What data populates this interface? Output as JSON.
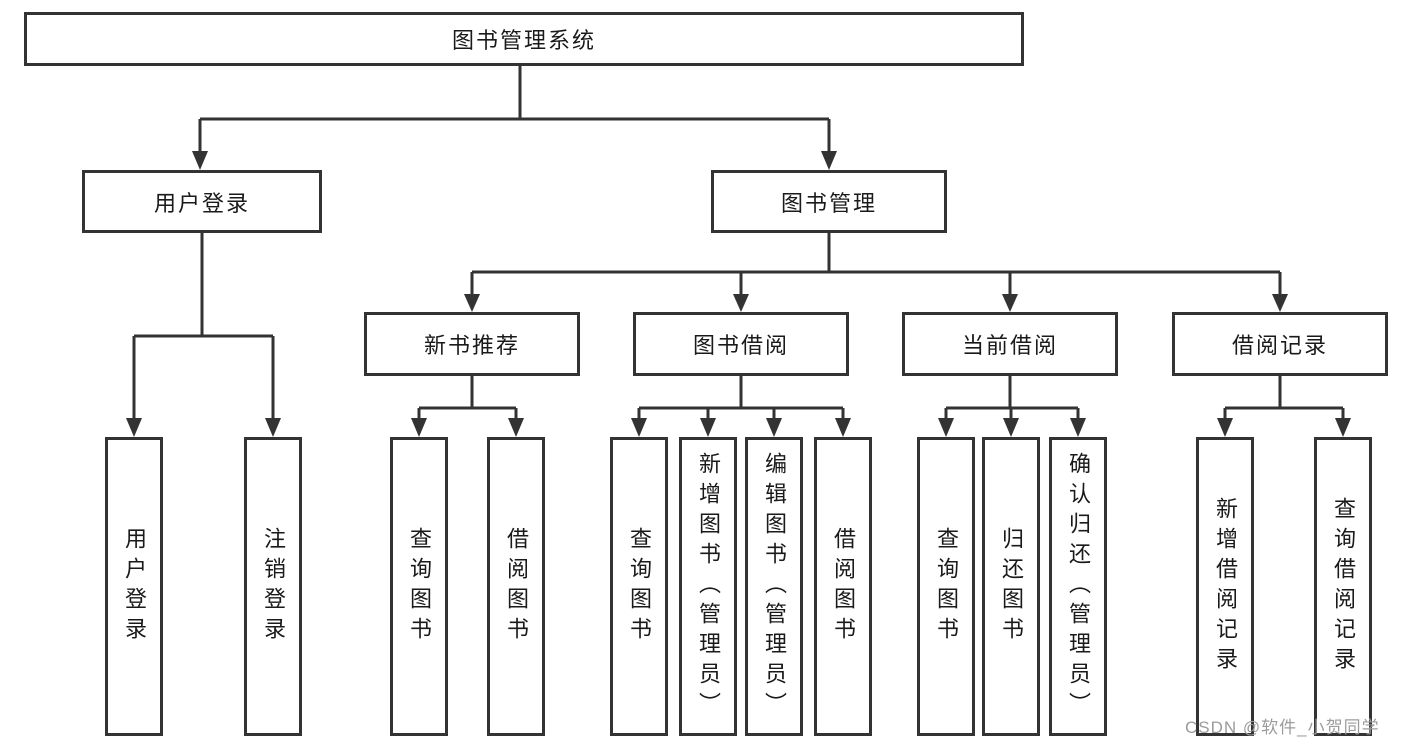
{
  "tree": {
    "root": {
      "label": "图书管理系统"
    },
    "branches": [
      {
        "label": "用户登录",
        "children": [
          {
            "label": "用户登录"
          },
          {
            "label": "注销登录"
          }
        ]
      },
      {
        "label": "图书管理",
        "children": [
          {
            "label": "新书推荐",
            "children": [
              {
                "label": "查询图书"
              },
              {
                "label": "借阅图书"
              }
            ]
          },
          {
            "label": "图书借阅",
            "children": [
              {
                "label": "查询图书"
              },
              {
                "label": "新增图书（管理员）"
              },
              {
                "label": "编辑图书（管理员）"
              },
              {
                "label": "借阅图书"
              }
            ]
          },
          {
            "label": "当前借阅",
            "children": [
              {
                "label": "查询图书"
              },
              {
                "label": "归还图书"
              },
              {
                "label": "确认归还（管理员）"
              }
            ]
          },
          {
            "label": "借阅记录",
            "children": [
              {
                "label": "新增借阅记录"
              },
              {
                "label": "查询借阅记录"
              }
            ]
          }
        ]
      }
    ]
  },
  "watermark": "CSDN @软件_小贺同学",
  "colors": {
    "line": "#333333",
    "text": "#1a1a1a",
    "watermark": "#9c9c9c"
  }
}
